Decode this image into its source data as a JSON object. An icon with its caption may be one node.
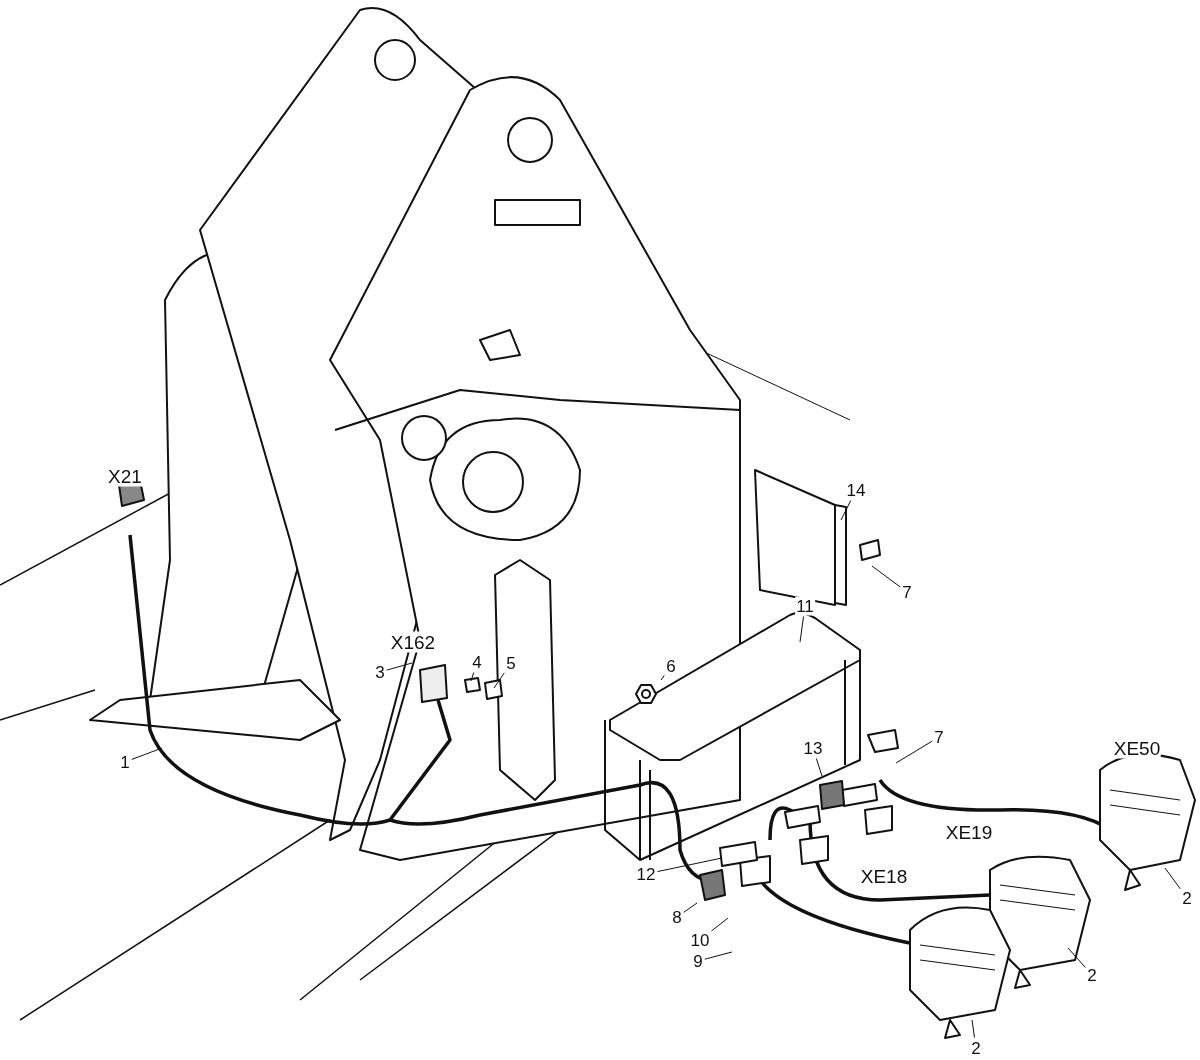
{
  "diagram": {
    "nodes": [
      {
        "text": [
          "14"
        ]
      },
      {
        "text": [
          "7"
        ]
      },
      {
        "text": [
          "11"
        ]
      },
      {
        "text": [
          "3"
        ]
      },
      {
        "text": [
          "4"
        ]
      },
      {
        "text": [
          "5"
        ]
      },
      {
        "text": [
          "6"
        ]
      },
      {
        "text": [
          "1"
        ]
      },
      {
        "text": [
          "7"
        ]
      },
      {
        "text": [
          "13"
        ]
      },
      {
        "text": [
          "12"
        ]
      },
      {
        "text": [
          "2"
        ]
      },
      {
        "text": [
          "8"
        ]
      },
      {
        "text": [
          "10"
        ]
      },
      {
        "text": [
          "9"
        ]
      },
      {
        "text": [
          "2"
        ]
      },
      {
        "text": [
          "2"
        ]
      }
    ],
    "edges": [
      {
        "from": 0,
        "to": null,
        "arrow": "none"
      },
      {
        "from": 1,
        "to": null,
        "arrow": "none"
      },
      {
        "from": 2,
        "to": null,
        "arrow": "none"
      },
      {
        "from": 3,
        "to": null,
        "arrow": "none"
      },
      {
        "from": 4,
        "to": null,
        "arrow": "none"
      },
      {
        "from": 5,
        "to": null,
        "arrow": "none"
      },
      {
        "from": 6,
        "to": null,
        "arrow": "none"
      },
      {
        "from": 7,
        "to": null,
        "arrow": "none"
      },
      {
        "from": 8,
        "to": null,
        "arrow": "none"
      },
      {
        "from": 9,
        "to": null,
        "arrow": "none"
      },
      {
        "from": 10,
        "to": null,
        "arrow": "none"
      },
      {
        "from": 11,
        "to": null,
        "arrow": "none"
      },
      {
        "from": 12,
        "to": null,
        "arrow": "none"
      },
      {
        "from": 13,
        "to": null,
        "arrow": "none"
      },
      {
        "from": 14,
        "to": null,
        "arrow": "none"
      },
      {
        "from": 15,
        "to": null,
        "arrow": "none"
      },
      {
        "from": 16,
        "to": null,
        "arrow": "none"
      }
    ],
    "labels": [
      "X21",
      "X162",
      "XE50",
      "XE19",
      "XE18"
    ]
  }
}
